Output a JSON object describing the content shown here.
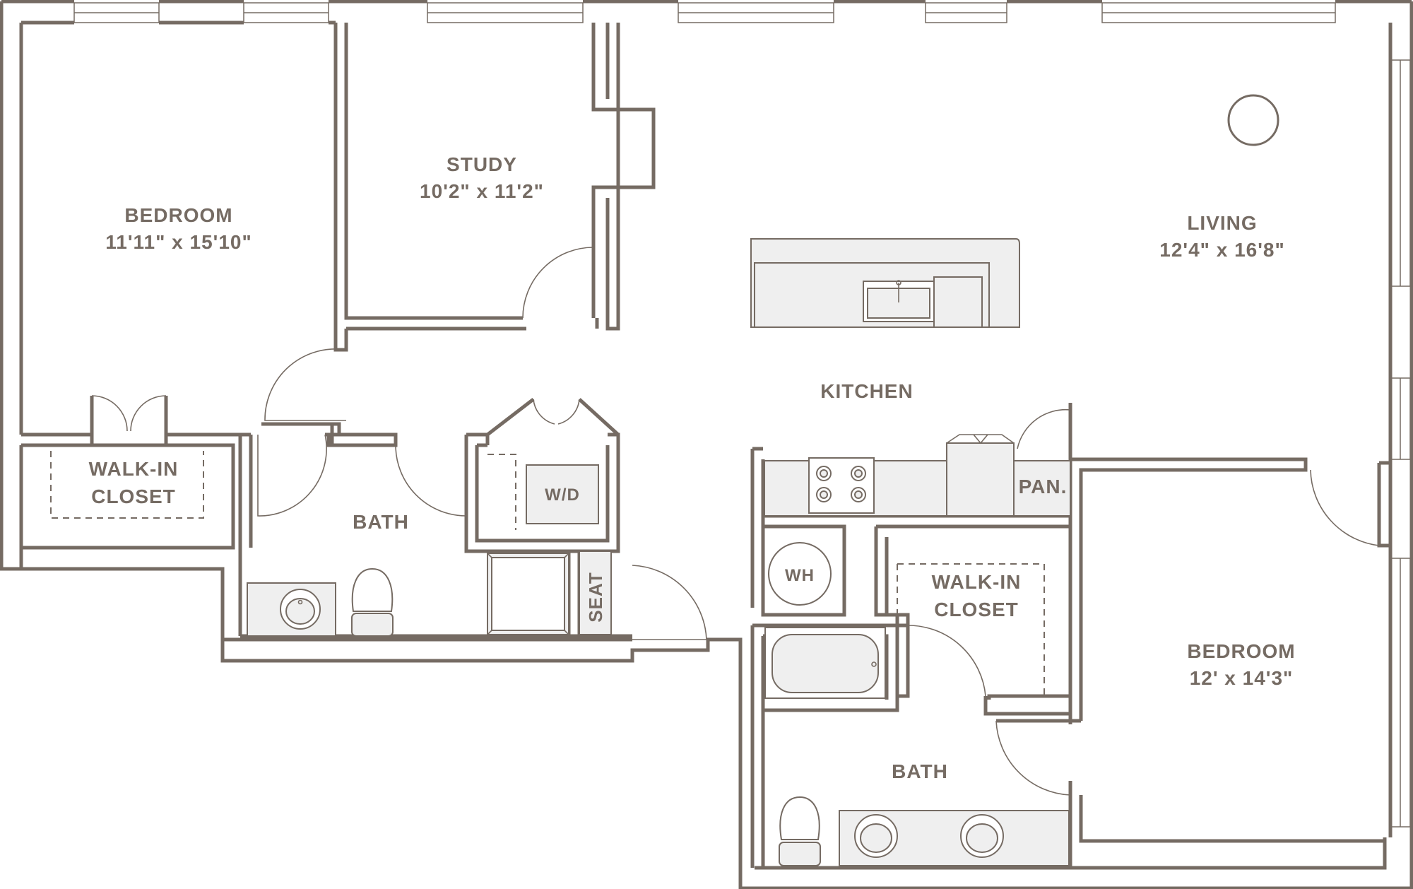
{
  "rooms": {
    "bedroom_1": {
      "name": "BEDROOM",
      "size": "11'11\" x 15'10\""
    },
    "study": {
      "name": "STUDY",
      "size": "10'2\" x 11'2\""
    },
    "living": {
      "name": "LIVING",
      "size": "12'4\" x 16'8\""
    },
    "kitchen": {
      "name": "KITCHEN"
    },
    "walk_in_closet_1": {
      "line1": "WALK-IN",
      "line2": "CLOSET"
    },
    "bath_1": {
      "name": "BATH"
    },
    "washer_dryer": {
      "name": "W/D"
    },
    "seat": {
      "name": "SEAT"
    },
    "water_heater": {
      "name": "WH"
    },
    "pantry": {
      "name": "PAN."
    },
    "walk_in_closet_2": {
      "line1": "WALK-IN",
      "line2": "CLOSET"
    },
    "bedroom_2": {
      "name": "BEDROOM",
      "size": "12' x 14'3\""
    },
    "bath_2": {
      "name": "BATH"
    }
  },
  "colors": {
    "wall": "#756b63",
    "fixture_fill": "#efefef",
    "background": "#ffffff"
  }
}
